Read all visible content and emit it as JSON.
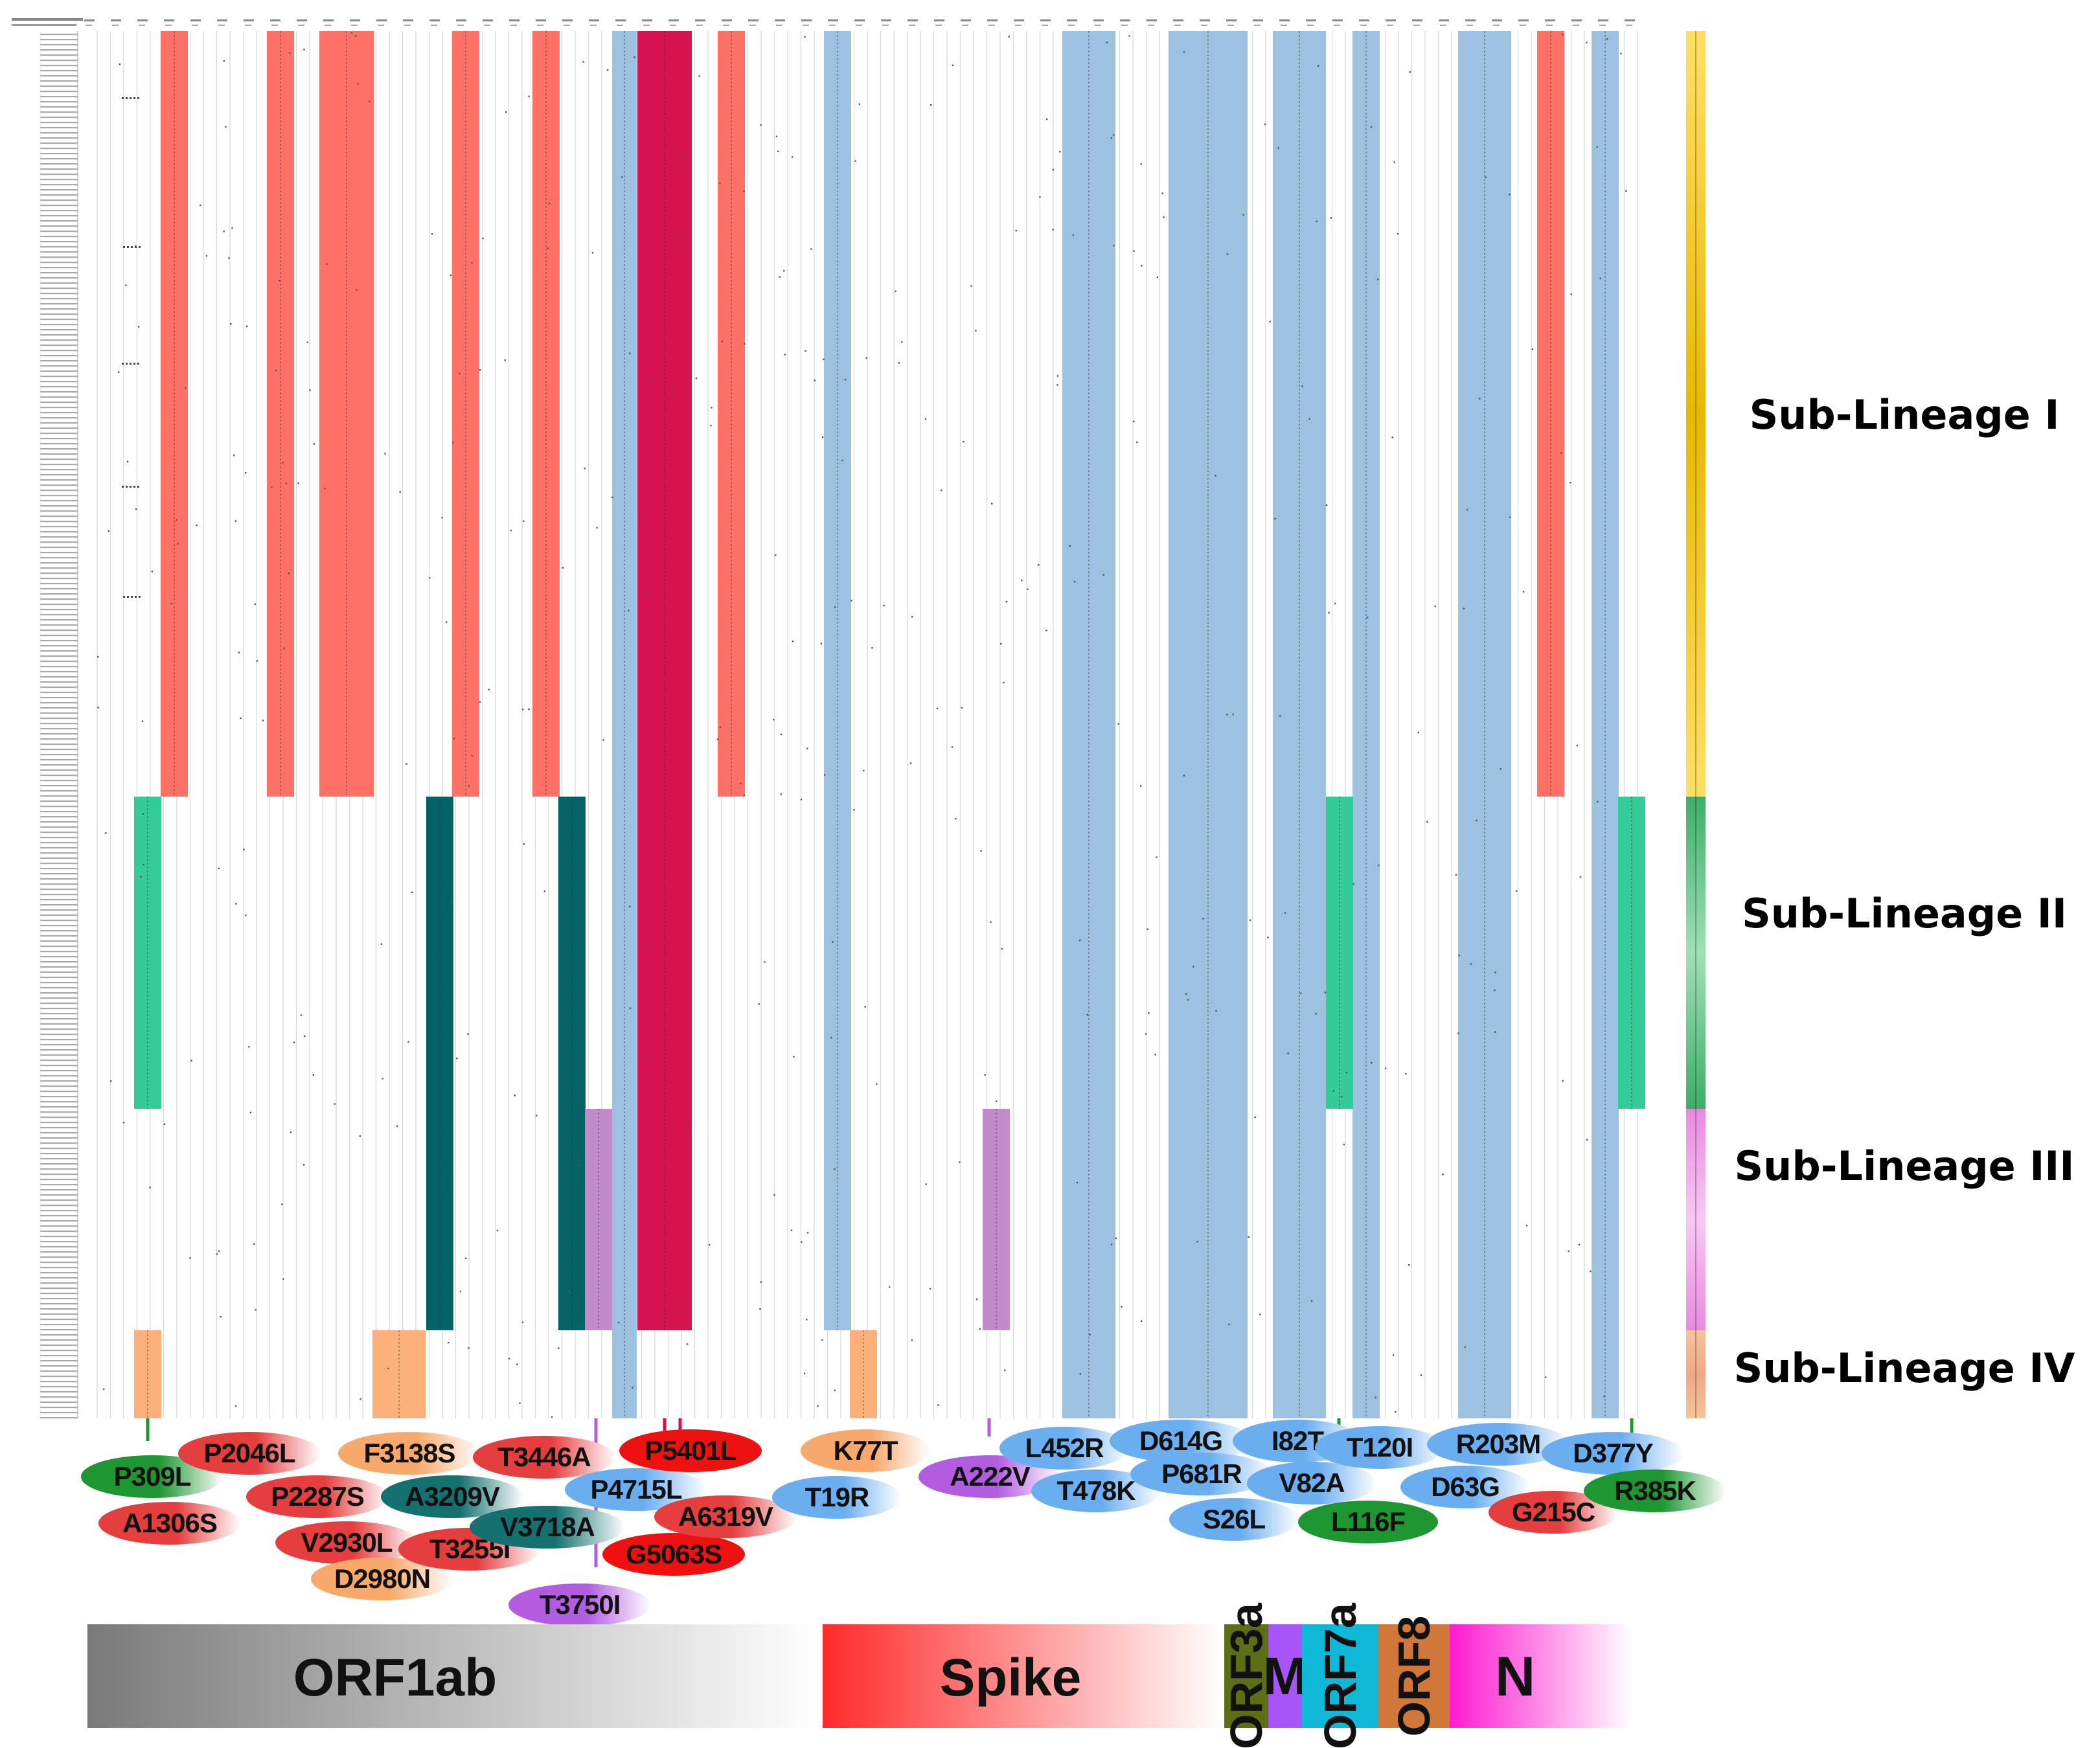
{
  "sub_lineages": [
    {
      "name": "Sub-Lineage I",
      "color": "#FFE066"
    },
    {
      "name": "Sub-Lineage II",
      "color": "#3FAE6A"
    },
    {
      "name": "Sub-Lineage III",
      "color": "#E88AE0"
    },
    {
      "name": "Sub-Lineage IV",
      "color": "#F5C49A"
    }
  ],
  "genes": [
    {
      "name": "ORF1ab",
      "color": "#7a7a7a",
      "fade": true
    },
    {
      "name": "Spike",
      "color": "#ff2a2a",
      "fade": true
    },
    {
      "name": "ORF3a",
      "color": "#5e6e14",
      "fade": false
    },
    {
      "name": "M",
      "color": "#a855f7",
      "fade": false
    },
    {
      "name": "ORF7a",
      "color": "#10b8d8",
      "fade": false
    },
    {
      "name": "ORF8",
      "color": "#d2773a",
      "fade": false
    },
    {
      "name": "N",
      "color": "#ff1ad1",
      "fade": true
    }
  ],
  "mutations": [
    {
      "name": "P309L",
      "color": "#1e9632",
      "text": "#d9e8b0"
    },
    {
      "name": "A1306S",
      "color": "#e53e3e"
    },
    {
      "name": "P2046L",
      "color": "#e53e3e"
    },
    {
      "name": "P2287S",
      "color": "#e53e3e"
    },
    {
      "name": "V2930L",
      "color": "#e53e3e"
    },
    {
      "name": "D2980N",
      "color": "#f7a86b"
    },
    {
      "name": "F3138S",
      "color": "#f7a86b"
    },
    {
      "name": "A3209V",
      "color": "#157070"
    },
    {
      "name": "T3255I",
      "color": "#e53e3e"
    },
    {
      "name": "T3446A",
      "color": "#e53e3e"
    },
    {
      "name": "V3718A",
      "color": "#157070"
    },
    {
      "name": "T3750I",
      "color": "#b25ce0"
    },
    {
      "name": "P4715L",
      "color": "#6aaef0"
    },
    {
      "name": "P5401L",
      "color": "#ee1111",
      "solid": true
    },
    {
      "name": "G5063S",
      "color": "#ee1111",
      "solid": true
    },
    {
      "name": "A6319V",
      "color": "#e53e3e"
    },
    {
      "name": "K77T",
      "color": "#f7a86b"
    },
    {
      "name": "T19R",
      "color": "#6aaef0"
    },
    {
      "name": "A222V",
      "color": "#b25ce0"
    },
    {
      "name": "L452R",
      "color": "#6aaef0"
    },
    {
      "name": "T478K",
      "color": "#6aaef0"
    },
    {
      "name": "D614G",
      "color": "#6aaef0"
    },
    {
      "name": "P681R",
      "color": "#6aaef0"
    },
    {
      "name": "S26L",
      "color": "#6aaef0"
    },
    {
      "name": "I82T",
      "color": "#6aaef0"
    },
    {
      "name": "V82A",
      "color": "#6aaef0"
    },
    {
      "name": "T120I",
      "color": "#6aaef0"
    },
    {
      "name": "L116F",
      "color": "#1e9632",
      "solid": true
    },
    {
      "name": "R203M",
      "color": "#6aaef0"
    },
    {
      "name": "D63G",
      "color": "#6aaef0"
    },
    {
      "name": "G215C",
      "color": "#e53e3e"
    },
    {
      "name": "D377Y",
      "color": "#6aaef0"
    },
    {
      "name": "R385K",
      "color": "#1e9632"
    }
  ],
  "colors": {
    "salmon": "#FF7066",
    "crimson": "#D4134F",
    "light_blue": "#9DC1E0",
    "teal": "#046366",
    "mint": "#33CC99",
    "lavender": "#C08BC8",
    "peach": "#FDB07A"
  }
}
